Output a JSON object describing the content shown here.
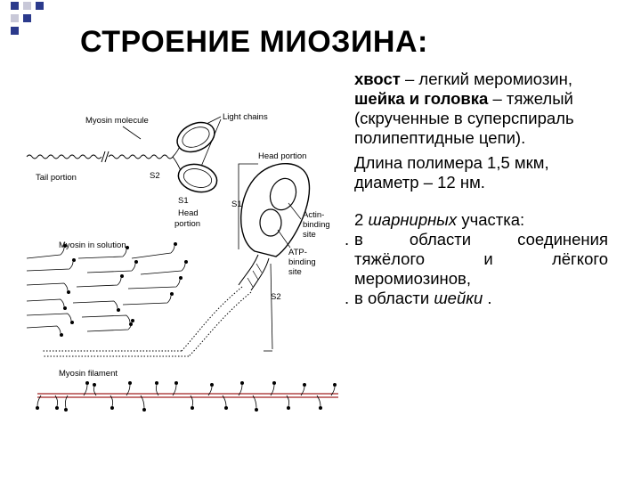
{
  "title": "СТРОЕНИЕ МИОЗИНА:",
  "figure": {
    "labels": {
      "myosin_molecule": "Myosin molecule",
      "light_chains": "Light chains",
      "tail_portion": "Tail portion",
      "s2_left": "S2",
      "s1_left": "S1",
      "head_left_1": "Head",
      "head_left_2": "portion",
      "head_portion": "Head portion",
      "s1_right": "S1",
      "actin_1": "Actin-",
      "actin_2": "binding",
      "actin_3": "site",
      "atp_1": "ATP-",
      "atp_2": "binding",
      "atp_3": "site",
      "s2_right": "S2",
      "myosin_in_solution": "Myosin in solution",
      "myosin_filament": "Myosin filament"
    }
  },
  "description": {
    "p1": {
      "part1": "хвост",
      "part2": " – легкий меромиозин, ",
      "part3": "шейка и головка",
      "part4": " – тяжелый (скрученные в суперспираль полипептидные цепи)."
    },
    "p2": "Длина полимера 1,5 мкм, диаметр – 12 нм.",
    "p3": {
      "part1": "2 ",
      "part2": "шарнирных",
      "part3": " участка:"
    },
    "bullet_marker": ".",
    "bullet1_line1": "в области соединения",
    "bullet1_line2": "тяжёлого и лёгкого",
    "bullet1_line3": "меромиозинов,",
    "bullet2": {
      "part1": "в области ",
      "part2": "шейки",
      "part3": " ."
    }
  },
  "colors": {
    "accent_blue": "#2b3a8c",
    "deco_gray": "#c8c8d8",
    "filament_red": "#a02020"
  }
}
